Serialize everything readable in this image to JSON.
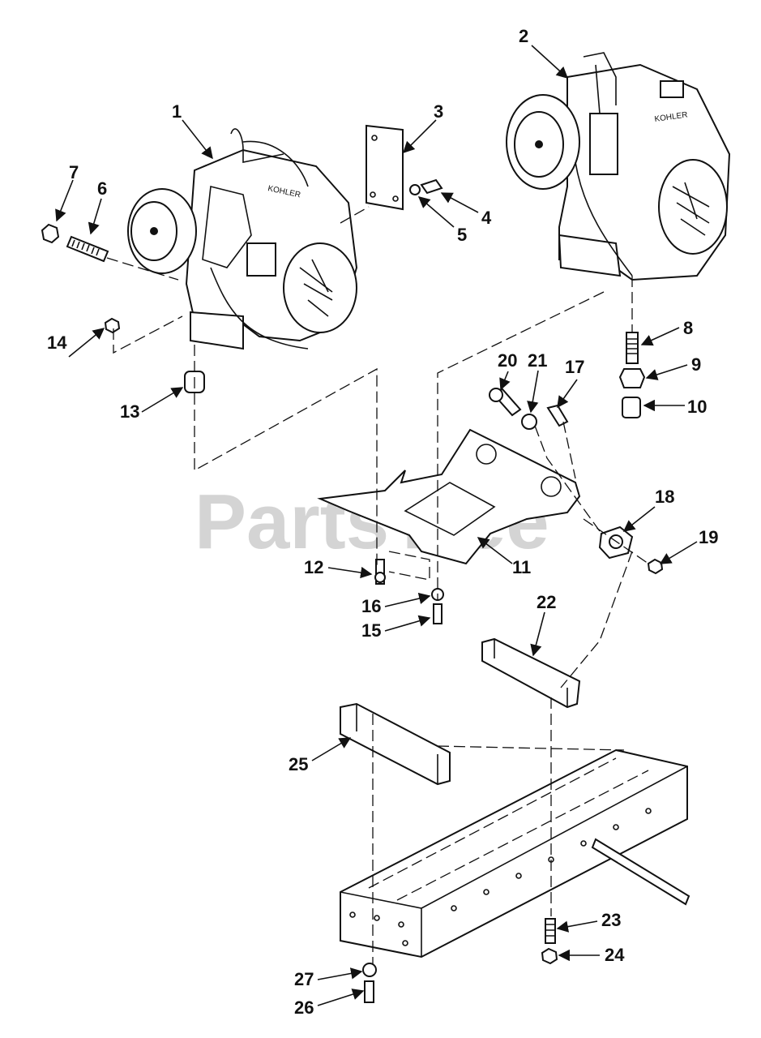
{
  "watermark": "PartsTree",
  "callouts": [
    "1",
    "2",
    "3",
    "4",
    "5",
    "6",
    "7",
    "8",
    "9",
    "10",
    "11",
    "12",
    "13",
    "14",
    "15",
    "16",
    "17",
    "18",
    "19",
    "20",
    "21",
    "22",
    "23",
    "24",
    "25",
    "26",
    "27"
  ]
}
